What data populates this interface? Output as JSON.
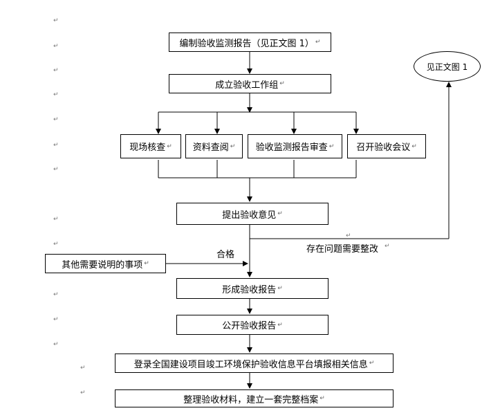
{
  "nodes": {
    "report_compile": "编制验收监测报告（见正文图 1）",
    "form_group": "成立验收工作组",
    "site_check": "现场核查",
    "doc_review": "资料查阅",
    "report_review": "验收监测报告审查",
    "meeting": "召开验收会议",
    "opinion": "提出验收意见",
    "other_matters": "其他需要说明的事项",
    "form_report": "形成验收报告",
    "publish_report": "公开验收报告",
    "register": "登录全国建设项目竣工环境保护验收信息平台填报相关信息",
    "archive": "整理验收材料，建立一套完整档案",
    "see_figure": "见正文图 1"
  },
  "edge_labels": {
    "pass": "合格",
    "rectify": "存在问题需要整改"
  },
  "paragraph_mark": "↵"
}
